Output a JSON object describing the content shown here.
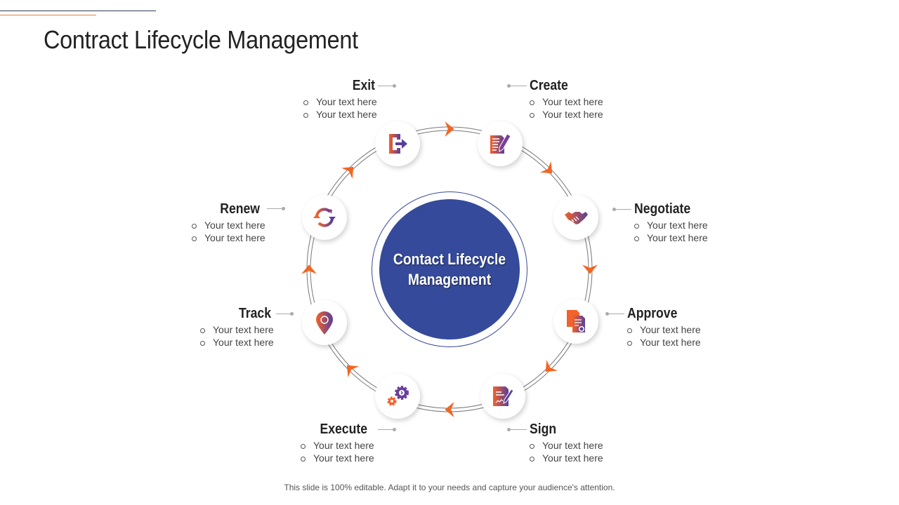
{
  "slide": {
    "title": "Contract Lifecycle Management",
    "footer": "This slide is 100% editable. Adapt it to your needs and capture your audience's attention.",
    "center_label": "Contact Lifecycle Management"
  },
  "colors": {
    "accent_orange": "#f26522",
    "center_blue": "#354a9a",
    "icon_gradient_start": "#f2622a",
    "icon_gradient_end": "#5a3f9a"
  },
  "stages": [
    {
      "name": "Exit",
      "icon": "exit-door-icon",
      "bullets": [
        "Your text here",
        "Your text here"
      ]
    },
    {
      "name": "Create",
      "icon": "document-pencil-icon",
      "bullets": [
        "Your text here",
        "Your text here"
      ]
    },
    {
      "name": "Negotiate",
      "icon": "handshake-icon",
      "bullets": [
        "Your text here",
        "Your text here"
      ]
    },
    {
      "name": "Approve",
      "icon": "approved-documents-icon",
      "bullets": [
        "Your text here",
        "Your text here"
      ]
    },
    {
      "name": "Sign",
      "icon": "signature-document-icon",
      "bullets": [
        "Your text here",
        "Your text here"
      ]
    },
    {
      "name": "Execute",
      "icon": "gears-icon",
      "bullets": [
        "Your text here",
        "Your text here"
      ]
    },
    {
      "name": "Track",
      "icon": "location-pin-icon",
      "bullets": [
        "Your text here",
        "Your text here"
      ]
    },
    {
      "name": "Renew",
      "icon": "refresh-cycle-icon",
      "bullets": [
        "Your text here",
        "Your text here"
      ]
    }
  ],
  "flow_direction": "clockwise"
}
